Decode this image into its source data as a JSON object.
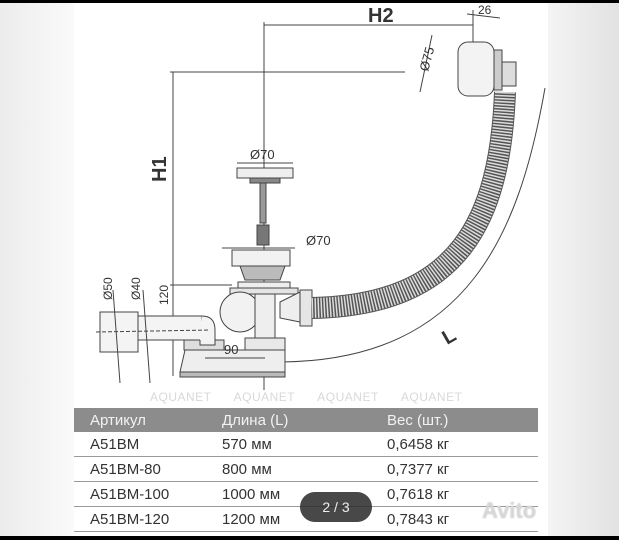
{
  "gallery": {
    "counter": "2 / 3",
    "watermark": "Avito"
  },
  "diagram": {
    "labels": {
      "h1": "H1",
      "h2": "H2",
      "l": "L",
      "d26": "26",
      "d75": "Ø75",
      "d70_top": "Ø70",
      "d70_mid": "Ø70",
      "d50": "Ø50",
      "d40": "Ø40",
      "d120": "120",
      "d90": "90"
    }
  },
  "table": {
    "headers": [
      "Артикул",
      "Длина (L)",
      "Вес (шт.)"
    ],
    "rows": [
      [
        "A51BM",
        "570 мм",
        "0,6458 кг"
      ],
      [
        "A51BM-80",
        "800 мм",
        "0,7377 кг"
      ],
      [
        "A51BM-100",
        "1000 мм",
        "0,7618 кг"
      ],
      [
        "A51BM-120",
        "1200 мм",
        "0,7843 кг"
      ]
    ],
    "watermark": "AQUANET      AQUANET      AQUANET      AQUANET",
    "header_color": "#8c8c8c"
  }
}
